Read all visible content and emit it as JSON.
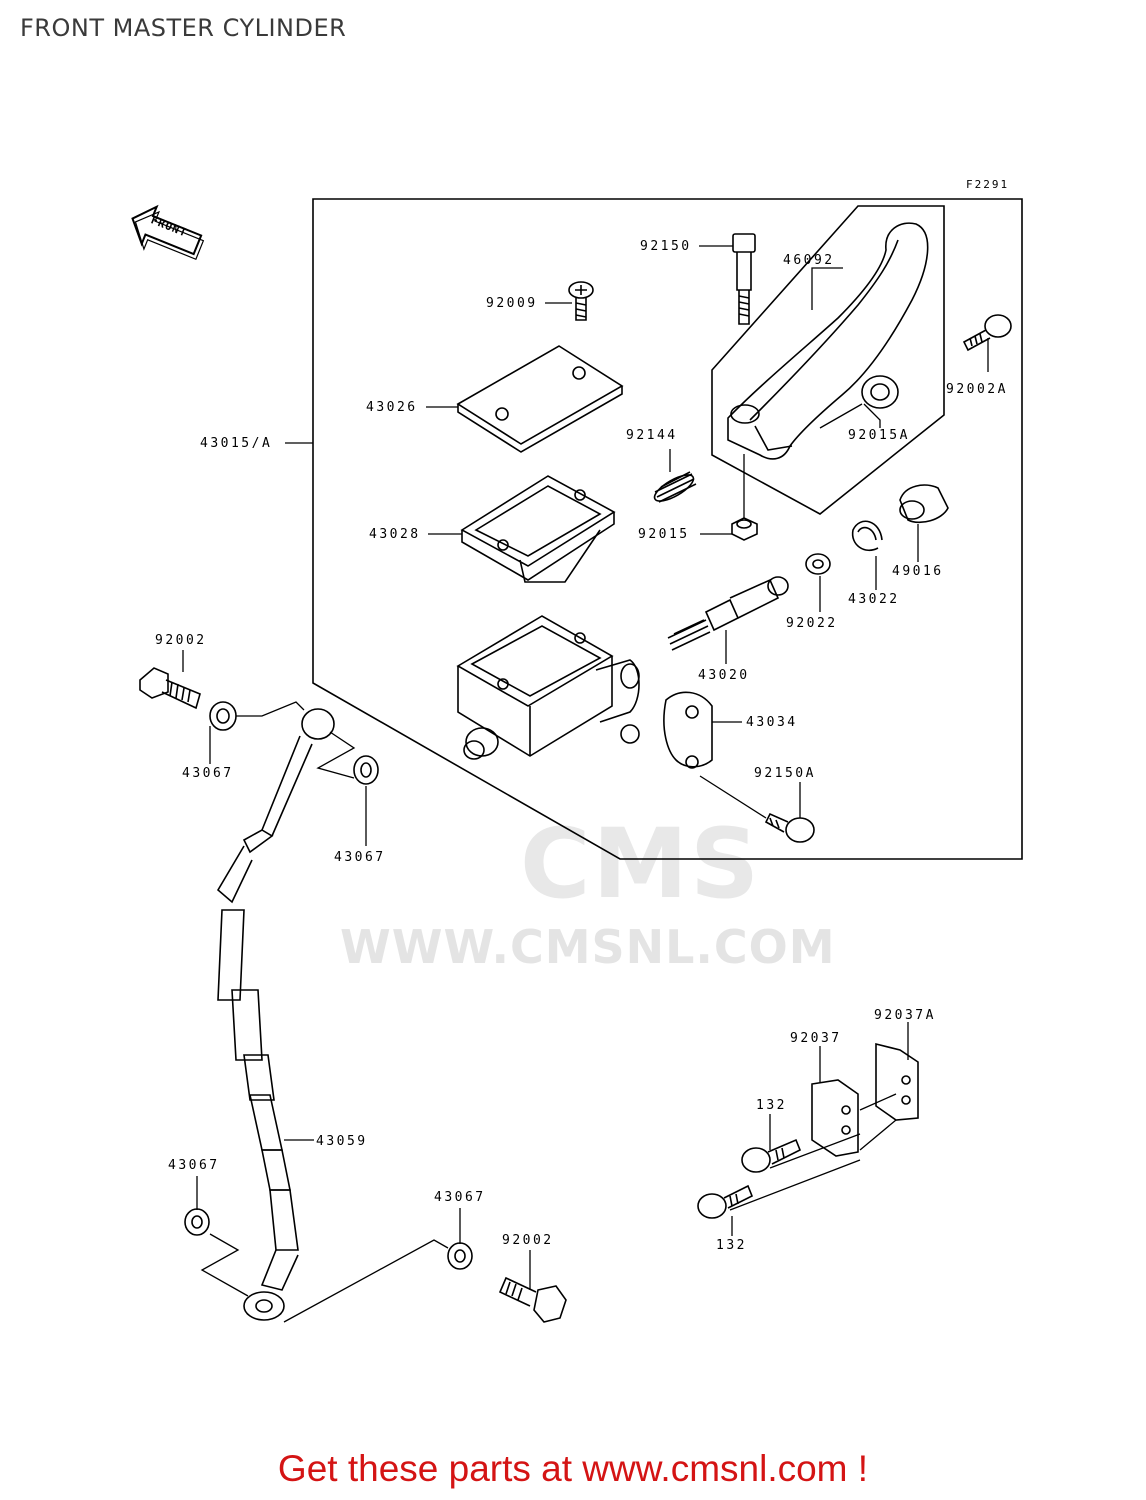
{
  "title": "FRONT MASTER CYLINDER",
  "figure_code": "F2291",
  "front_label": "FRONT",
  "watermark": {
    "brand": "CMS",
    "url": "WWW.CMSNL.COM"
  },
  "promo_text": "Get these parts at www.cmsnl.com !",
  "colors": {
    "promo": "#d41414",
    "watermark": "#e4e4e4",
    "line": "#000000"
  },
  "parts": {
    "p92150": "92150",
    "p46092": "46092",
    "p92009": "92009",
    "p92002A": "92002A",
    "p43026": "43026",
    "p43015A": "43015/A",
    "p92144": "92144",
    "p92015A": "92015A",
    "p43028": "43028",
    "p92015": "92015",
    "p49016": "49016",
    "p43022": "43022",
    "p92022": "92022",
    "p92002_top": "92002",
    "p43020": "43020",
    "p43034": "43034",
    "p43067_a": "43067",
    "p92150A": "92150A",
    "p43067_b": "43067",
    "p92037A": "92037A",
    "p92037": "92037",
    "p132_a": "132",
    "p43059": "43059",
    "p43067_c": "43067",
    "p43067_d": "43067",
    "p92002_bot": "92002",
    "p132_b": "132"
  }
}
